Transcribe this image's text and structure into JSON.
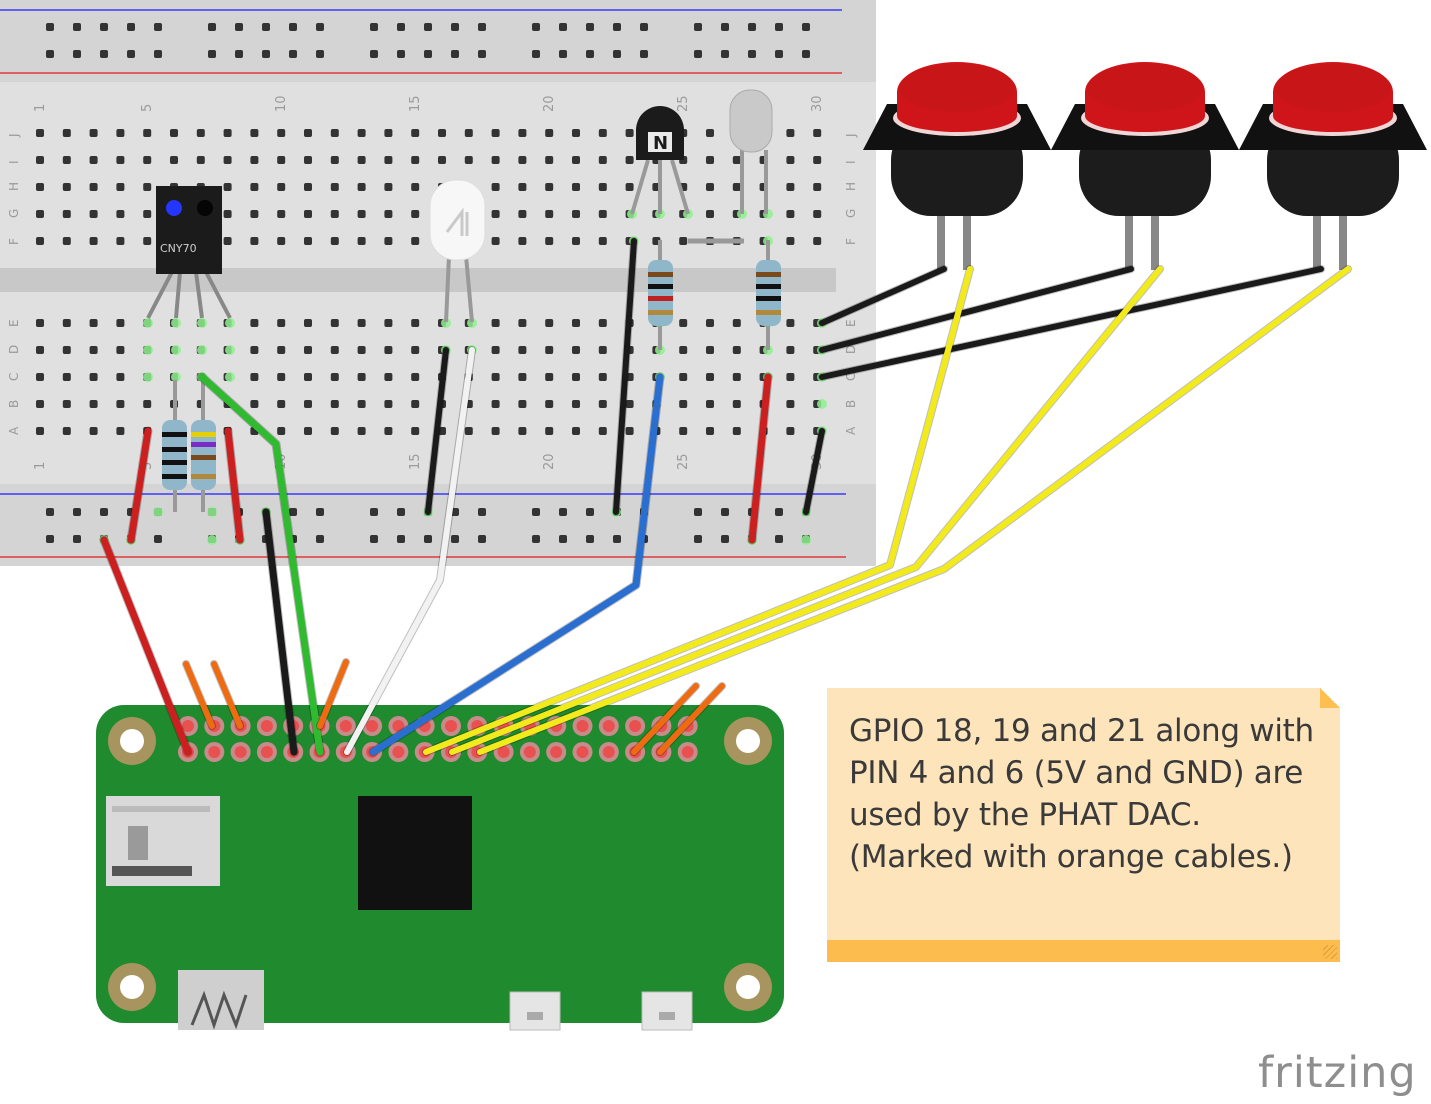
{
  "note": {
    "text": "GPIO 18, 19 and 21 along with PIN 4 and 6 (5V and GND) are used by the PHAT DAC. (Marked with orange cables.)"
  },
  "breadboard": {
    "column_numbers": [
      "1",
      "5",
      "10",
      "15",
      "20",
      "25",
      "30"
    ],
    "row_letters_top": [
      "J",
      "I",
      "H",
      "G",
      "F"
    ],
    "row_letters_bottom": [
      "E",
      "D",
      "C",
      "B",
      "A"
    ]
  },
  "components": {
    "sensor_label": "CNY70",
    "transistor_label": "N"
  },
  "logo": {
    "text": "fritzing"
  },
  "colors": {
    "board_green": "#1f8a2e",
    "breadboard_grey": "#dcdcdc",
    "wire_red": "#cc1f1f",
    "wire_black": "#1a1a1a",
    "wire_green": "#2fba2f",
    "wire_white": "#f2f2f2",
    "wire_blue": "#2a6fd0",
    "wire_yellow": "#f2ea1a",
    "wire_orange": "#ef6b12",
    "button_red": "#d0151a",
    "note_bg": "#fde4ba"
  }
}
